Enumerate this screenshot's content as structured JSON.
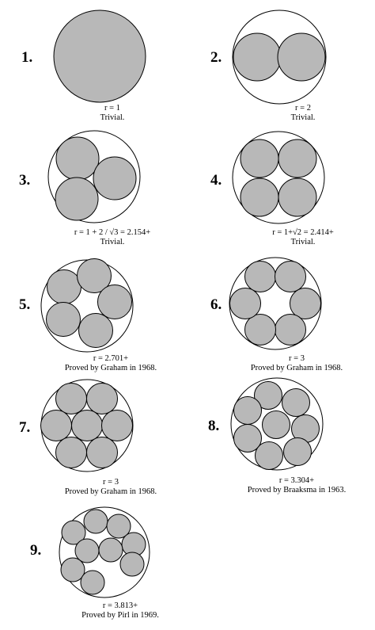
{
  "colors": {
    "disk_fill": "#b8b8b8",
    "outline": "#000000",
    "background": "#ffffff"
  },
  "packings": [
    {
      "label": "1.",
      "radius_text": "r = 1",
      "note": "Trivial.",
      "n_circles": 1
    },
    {
      "label": "2.",
      "radius_text": "r = 2",
      "note": "Trivial.",
      "n_circles": 2
    },
    {
      "label": "3.",
      "radius_text": "r = 1 + 2 / √3 = 2.154+",
      "note": "Trivial.",
      "n_circles": 3
    },
    {
      "label": "4.",
      "radius_text": "r = 1+√2 = 2.414+",
      "note": "Trivial.",
      "n_circles": 4
    },
    {
      "label": "5.",
      "radius_text": "r = 2.701+",
      "note": "Proved by Graham in 1968.",
      "n_circles": 5
    },
    {
      "label": "6.",
      "radius_text": "r = 3",
      "note": "Proved by Graham in 1968.",
      "n_circles": 6
    },
    {
      "label": "7.",
      "radius_text": "r = 3",
      "note": "Proved by Graham in 1968.",
      "n_circles": 7
    },
    {
      "label": "8.",
      "radius_text": "r = 3.304+",
      "note": "Proved by Braaksma in 1963.",
      "n_circles": 8
    },
    {
      "label": "9.",
      "radius_text": "r = 3.813+",
      "note": "Proved by Pirl in 1969.",
      "n_circles": 9
    }
  ]
}
